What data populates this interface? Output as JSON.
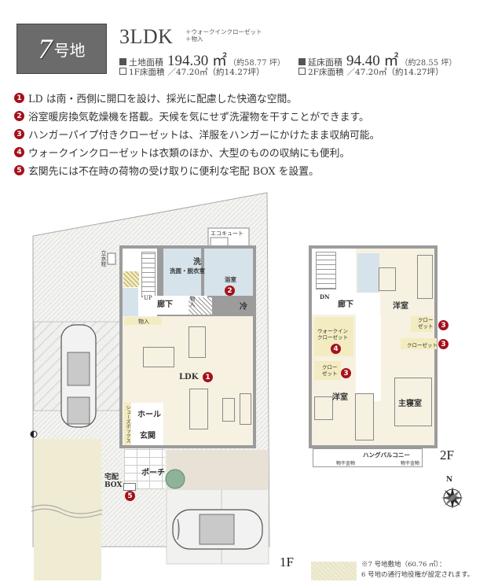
{
  "header": {
    "lot_number": "7",
    "lot_suffix": "号地",
    "layout_type": "3LDK",
    "layout_extras": [
      "＋ウォークインクローゼット",
      "＋物入"
    ],
    "land_area": {
      "label": "土地面積",
      "value": "194.30 ㎡",
      "tsubo": "（約58.77 坪）"
    },
    "total_floor_area": {
      "label": "延床面積",
      "value": "94.40 ㎡",
      "tsubo": "（約28.55 坪）"
    },
    "floor1_area": {
      "label": "1F床面積",
      "value": "／47.20㎡（約14.27坪）"
    },
    "floor2_area": {
      "label": "2F床面積",
      "value": "／47.20㎡（約14.27坪）"
    }
  },
  "features": [
    {
      "num": "1",
      "text": "LD は南・西側に開口を設け、採光に配慮した快適な空間。"
    },
    {
      "num": "2",
      "text": "浴室暖房換気乾燥機を搭載。天候を気にせず洗濯物を干すことができます。"
    },
    {
      "num": "3",
      "text": "ハンガーパイプ付きクローゼットは、洋服をハンガーにかけたまま収納可能。"
    },
    {
      "num": "4",
      "text": "ウォークインクローゼットは衣類のほか、大型のものの収納にも便利。"
    },
    {
      "num": "5",
      "text": "玄関先には不在時の荷物の受け取りに便利な宅配 BOX を設置。"
    }
  ],
  "floor1": {
    "label": "1F",
    "rooms": {
      "ecocute": "エコキュート",
      "faucet": "立水栓",
      "wash": "洗",
      "washroom": "洗面・脱衣室",
      "bath": "浴室",
      "hallway": "廊下",
      "up": "UP",
      "storage1": "物入",
      "storage2": "物入",
      "fridge": "冷",
      "ldk": "LDK",
      "hall": "ホール",
      "shoebox": "シューズボックス",
      "entrance": "玄関",
      "porch": "ポーチ",
      "delivery_box": "宅配\nBOX"
    },
    "markers": {
      "ldk": "1",
      "bath": "2",
      "box": "5"
    }
  },
  "floor2": {
    "label": "2F",
    "rooms": {
      "dn": "DN",
      "hallway": "廊下",
      "western1": "洋室",
      "closet_a": "クロー\nゼット",
      "closet_b": "クローゼット",
      "wic": "ウォークイン\nクローゼット",
      "closet_c": "クロー\nゼット",
      "western2": "洋室",
      "master": "主寝室",
      "balcony": "ハングバルコニー",
      "hardware1": "物干金物",
      "hardware2": "物干金物"
    },
    "markers": {
      "closet_a": "3",
      "closet_b": "3",
      "wic": "4",
      "closet_c": "3"
    }
  },
  "compass": {
    "north": "N"
  },
  "legend": {
    "line1": "※7 号地敷地（60.76 ㎡）：",
    "line2": "6 号地の通行地役権が設定されます。"
  },
  "colors": {
    "badge_bg": "#6b6b6b",
    "marker_red": "#a5111b",
    "floor_beige": "#f7f1e2",
    "wet_area_blue": "#d7e3ea",
    "storage_yellow": "#f3ecc0"
  }
}
